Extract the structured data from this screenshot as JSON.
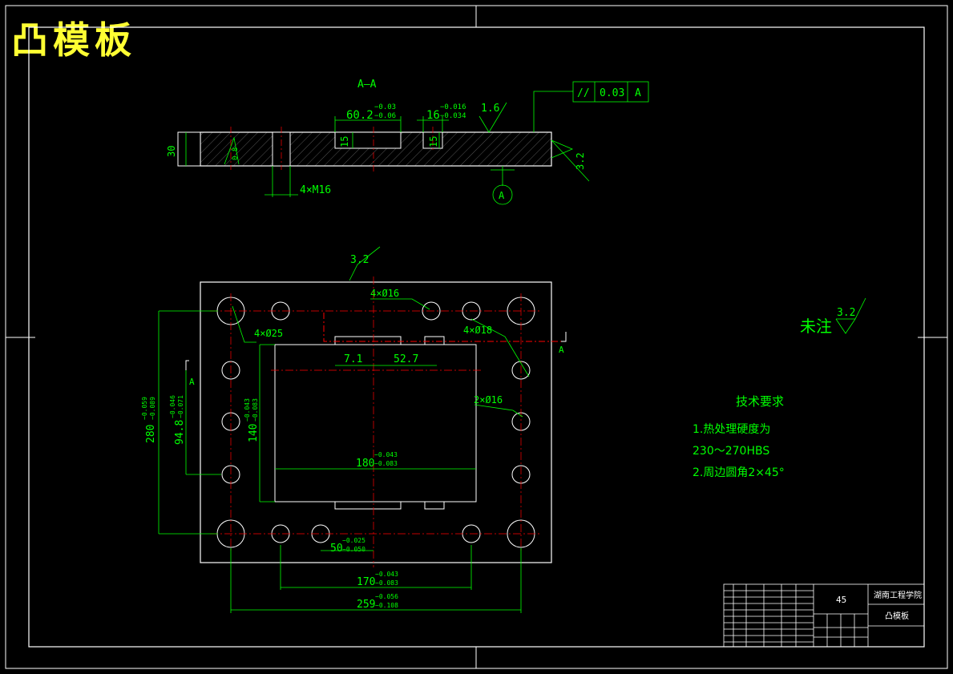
{
  "title": "凸模板",
  "section_label": "A—A",
  "dims": {
    "d60": "60.2",
    "d60_up": "−0.03",
    "d60_lo": "−0.06",
    "d16": "16",
    "d16_up": "−0.016",
    "d16_lo": "−0.034",
    "r16": "1.6",
    "tol_sym": "//",
    "tol_val": "0.03",
    "tol_ref": "A",
    "h30": "30",
    "h15a": "15",
    "h15b": "15",
    "r32_side": "3.2",
    "r08": "0.8",
    "m16": "4×M16",
    "datum_a": "A",
    "r32_top": "3.2",
    "h4d16": "4×Ø16",
    "h4d25": "4×Ø25",
    "h4d18": "4×Ø18",
    "h2d16": "2×Ø16",
    "sec_a1": "A",
    "sec_a2": "A",
    "d7": "7.1",
    "d52": "52.7",
    "d280": "280",
    "d280_up": "−0.059",
    "d280_lo": "−0.089",
    "d94": "94.8",
    "d94_up": "−0.046",
    "d94_lo": "−0.071",
    "d140": "140",
    "d140_up": "−0.043",
    "d140_lo": "−0.083",
    "d180": "180",
    "d180_up": "−0.043",
    "d180_lo": "−0.083",
    "d50": "50",
    "d50_up": "−0.025",
    "d50_lo": "−0.050",
    "d170": "170",
    "d170_up": "−0.043",
    "d170_lo": "−0.083",
    "d259": "259",
    "d259_up": "−0.056",
    "d259_lo": "−0.108"
  },
  "note": {
    "label": "未注",
    "value": "3.2"
  },
  "tech": {
    "title": "技术要求",
    "line1": "1.热处理硬度为",
    "line2": "230～270HBS",
    "line3": "2.周边圆角2×45°"
  },
  "titleblock": {
    "material": "45",
    "school": "湖南工程学院",
    "part": "凸模板"
  },
  "colors": {
    "line": "#ffffff",
    "dim": "#00ff00",
    "center": "#ff0000",
    "title": "#ffff33"
  }
}
